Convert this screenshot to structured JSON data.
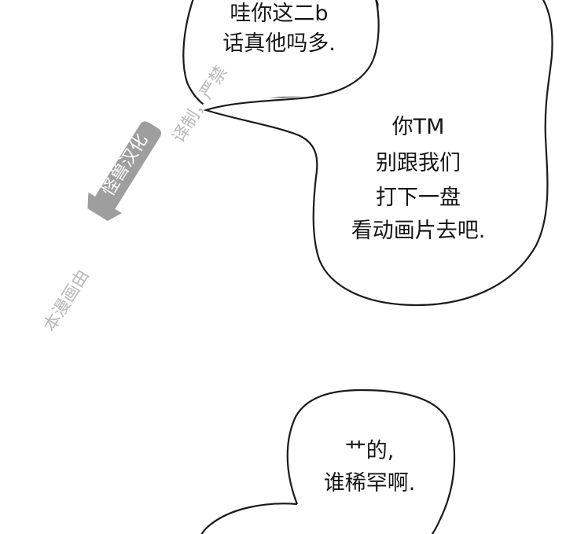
{
  "bubble_top": {
    "lines": [
      "哇你这二b",
      "话真他吗多."
    ]
  },
  "bubble_middle": {
    "lines": [
      "你TM",
      "别跟我们",
      "打下一盘",
      "看动画片去吧."
    ]
  },
  "bubble_bottom": {
    "lines": [
      "艹的,",
      "谁稀罕啊."
    ]
  },
  "watermark": {
    "prefix": "本漫画由",
    "group": "怪兽汉化",
    "suffix": "译制，严禁"
  },
  "colors": {
    "ink": "#161616",
    "watermark_gray": "#b9b9b9",
    "badge_fill": "#9e9e9e"
  }
}
